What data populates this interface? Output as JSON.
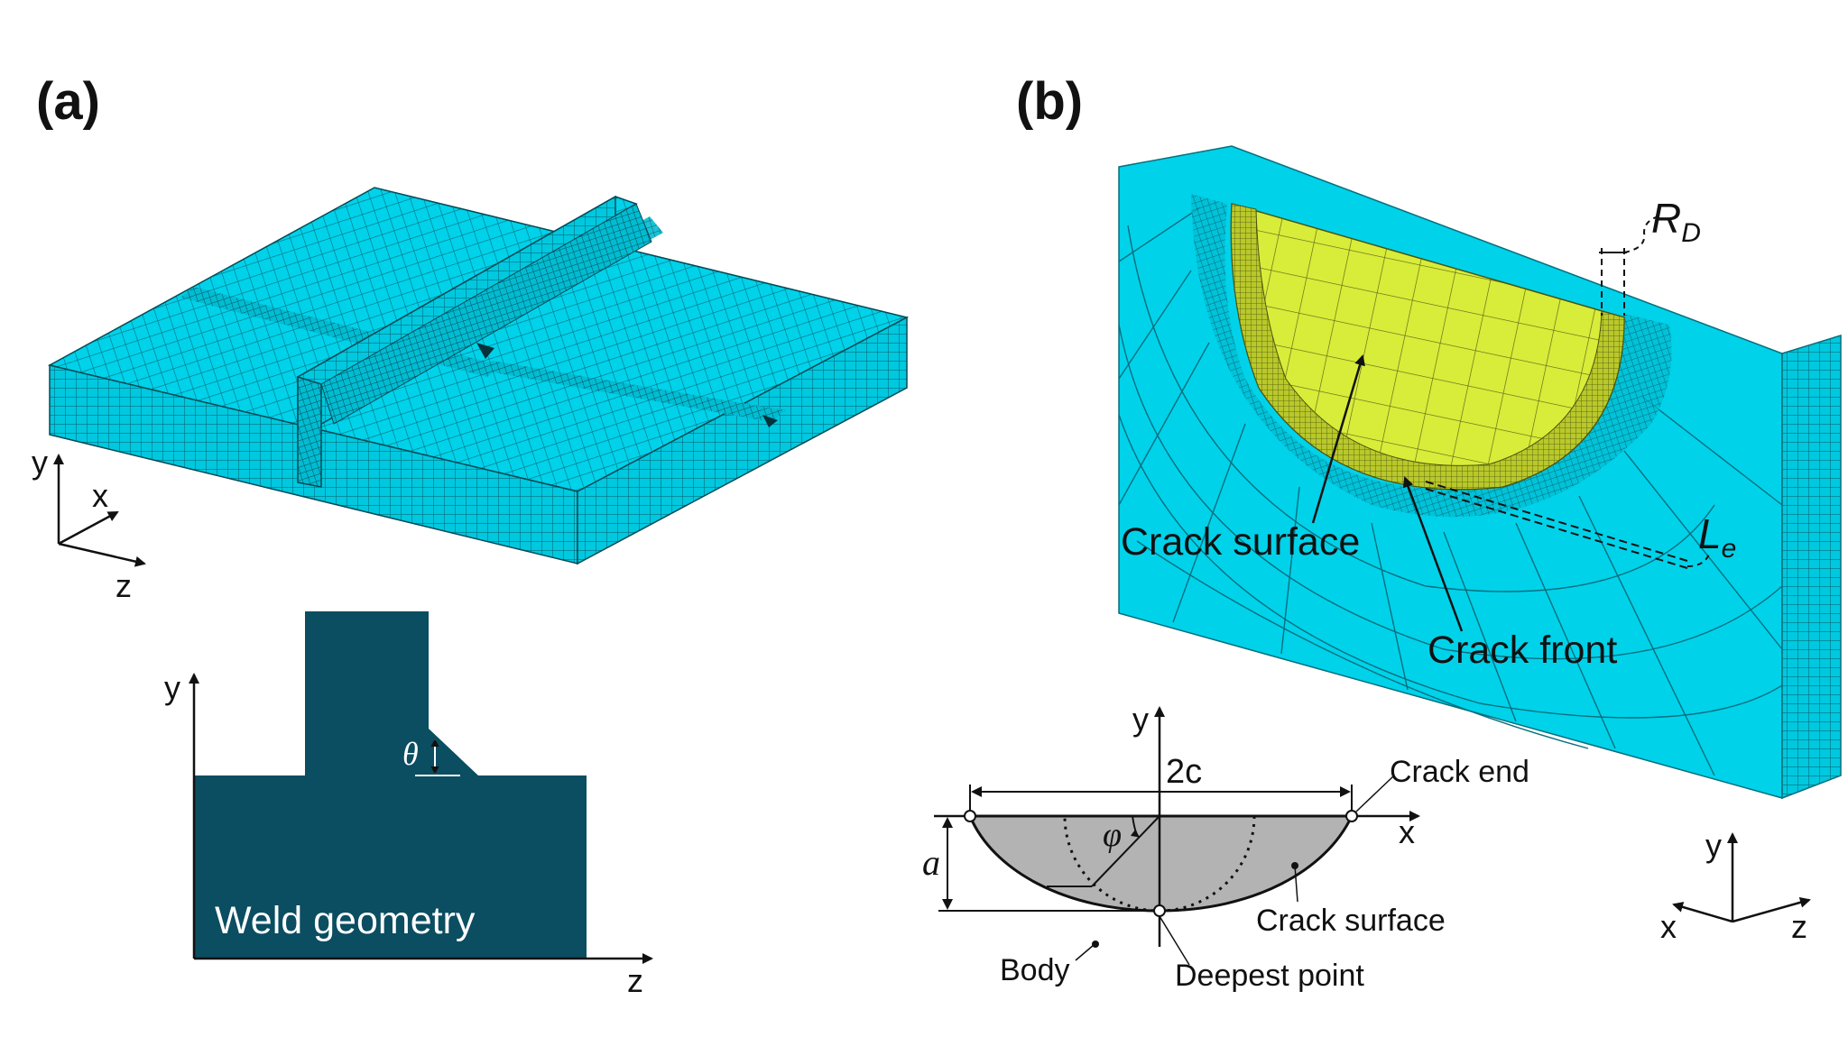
{
  "panels": {
    "a": {
      "label": "(a)"
    },
    "b": {
      "label": "(b)"
    }
  },
  "mesh_color": "#00d2ea",
  "weld_fill": "#0b4d61",
  "crack_color": "#d8ec3a",
  "semi_fill": "#b3b3b3",
  "axes": {
    "a_iso": {
      "y": "y",
      "x": "x",
      "z": "z"
    },
    "a_geom": {
      "y": "y",
      "z": "z"
    },
    "b_semi": {
      "y": "y",
      "x": "x"
    },
    "b_iso": {
      "y": "y",
      "x": "x",
      "z": "z"
    }
  },
  "labels": {
    "weld_geometry": "Weld geometry",
    "theta": "θ",
    "crack_surface_mesh": "Crack surface",
    "crack_front": "Crack front",
    "rd_main": "R",
    "rd_sub": "D",
    "le_main": "L",
    "le_sub": "e",
    "two_c": "2c",
    "a": "a",
    "phi": "φ",
    "crack_end": "Crack end",
    "crack_surface_semi": "Crack surface",
    "body": "Body",
    "deepest_point": "Deepest point"
  }
}
